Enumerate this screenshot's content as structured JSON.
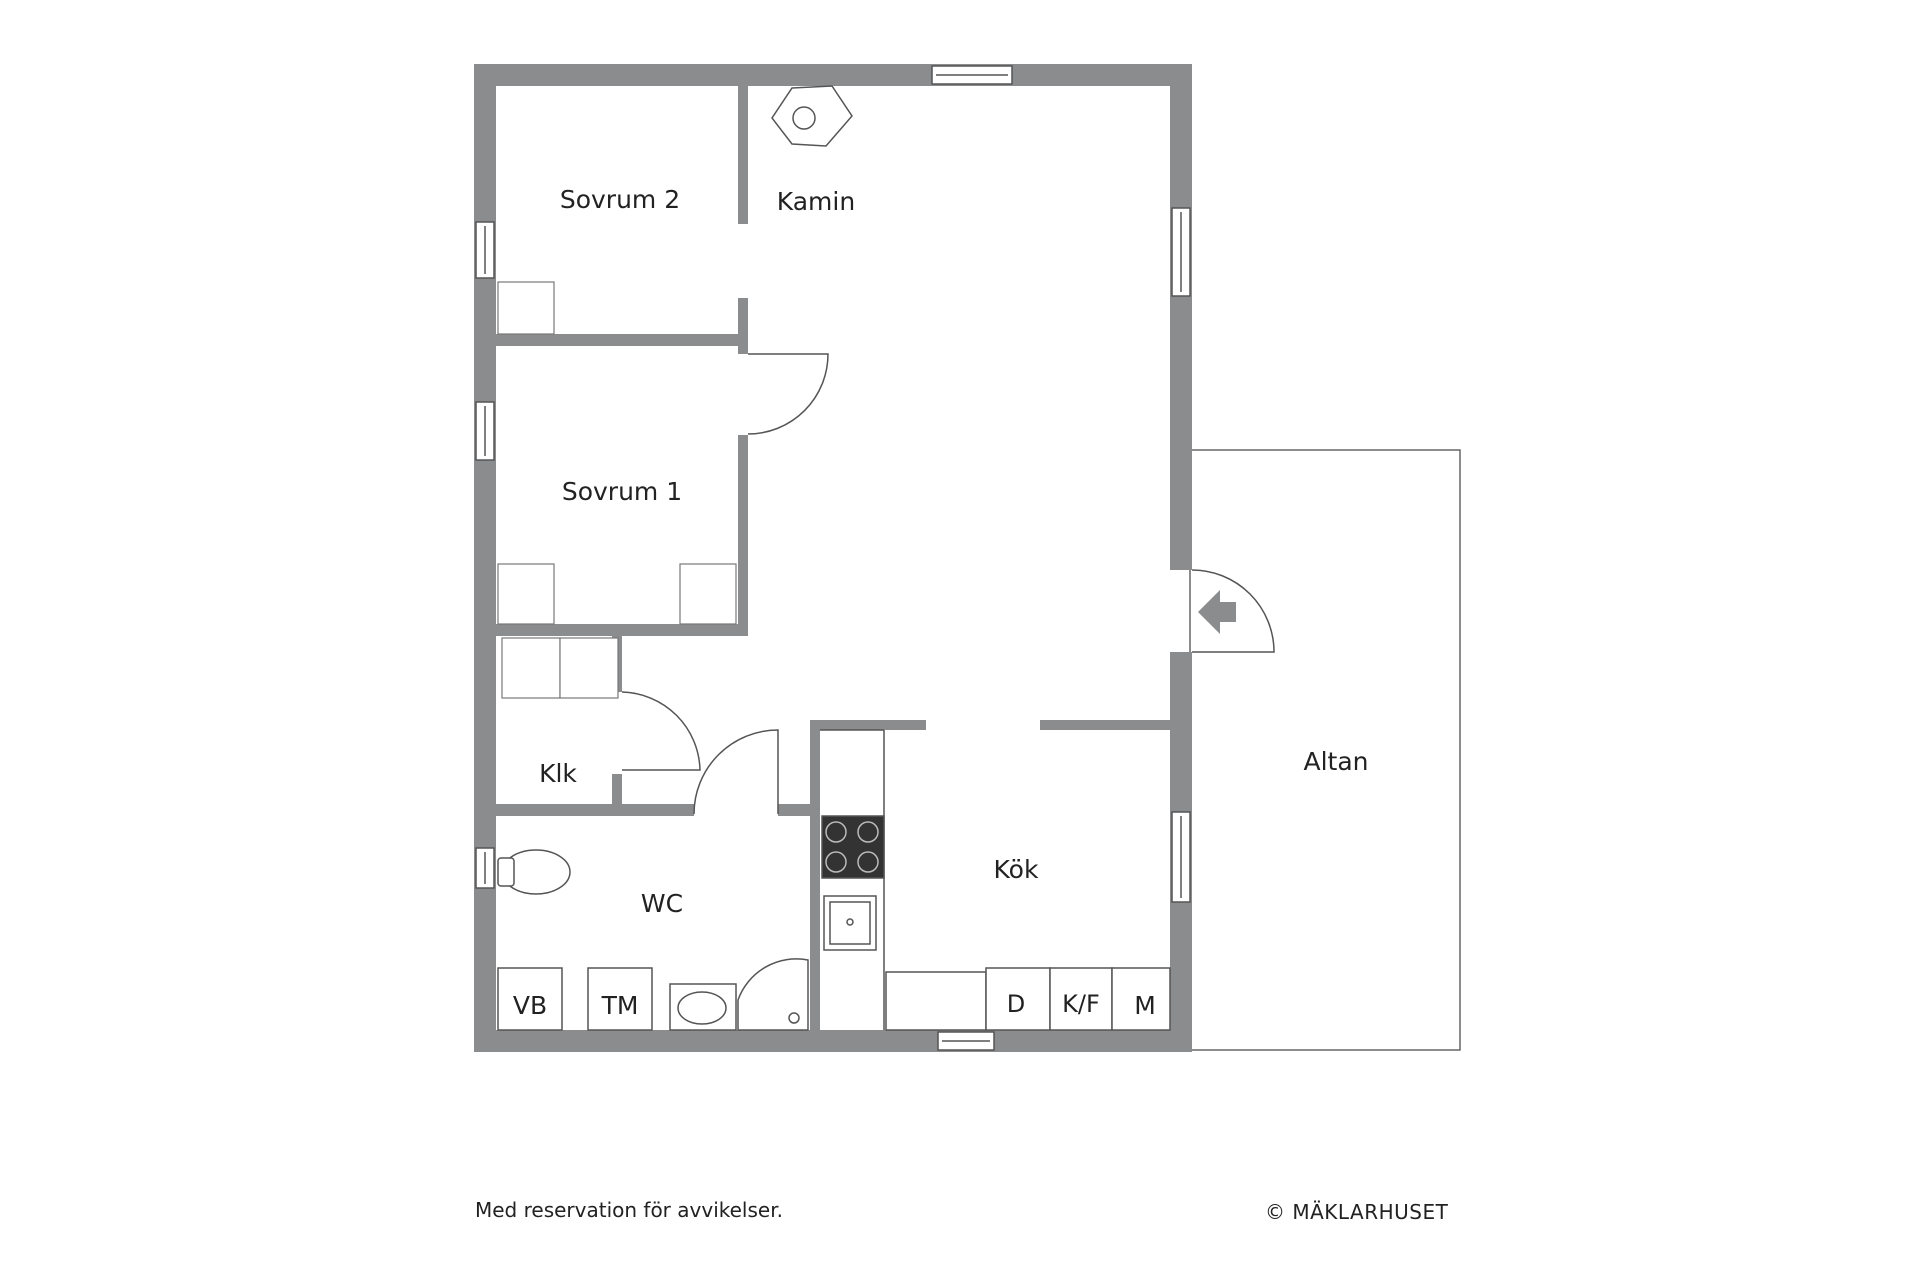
{
  "rooms": {
    "sovrum2": "Sovrum 2",
    "kamin": "Kamin",
    "sovrum1": "Sovrum 1",
    "klk": "Klk",
    "wc": "WC",
    "kok": "Kök",
    "altan": "Altan"
  },
  "fixtures": {
    "vb": "VB",
    "tm": "TM",
    "d": "D",
    "kf": "K/F",
    "m": "M"
  },
  "footer": {
    "disclaimer": "Med reservation för avvikelser.",
    "copyright": "© MÄKLARHUSET"
  },
  "colors": {
    "wall": "#8a8c8e",
    "line": "#555555",
    "background": "#ffffff"
  }
}
